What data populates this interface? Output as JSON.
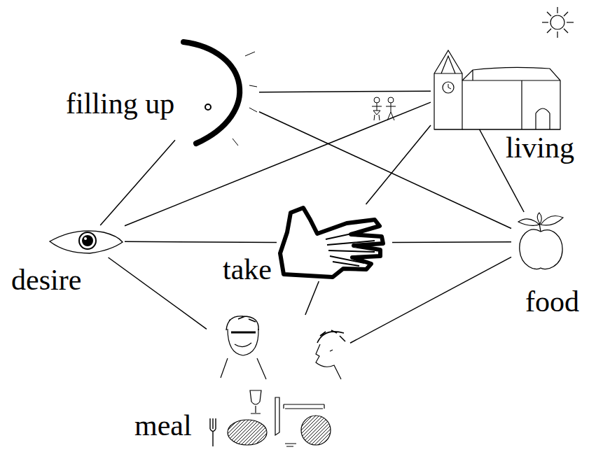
{
  "diagram": {
    "nodes": [
      {
        "text": [
          "filling up"
        ]
      },
      {
        "text": [
          "living"
        ]
      },
      {
        "text": [
          "desire"
        ]
      },
      {
        "text": [
          "take"
        ]
      },
      {
        "text": [
          "food"
        ]
      },
      {
        "text": [
          "meal"
        ]
      }
    ],
    "edges": [
      {
        "from": 0,
        "to": 1,
        "arrow": "none"
      },
      {
        "from": 0,
        "to": 4,
        "arrow": "none"
      },
      {
        "from": 0,
        "to": 2,
        "arrow": "none"
      },
      {
        "from": 2,
        "to": 1,
        "arrow": "none"
      },
      {
        "from": 2,
        "to": 3,
        "arrow": "none"
      },
      {
        "from": 2,
        "to": 5,
        "arrow": "none"
      },
      {
        "from": 1,
        "to": 3,
        "arrow": "none"
      },
      {
        "from": 1,
        "to": 4,
        "arrow": "none"
      },
      {
        "from": 3,
        "to": 4,
        "arrow": "none"
      },
      {
        "from": 3,
        "to": 5,
        "arrow": "none"
      },
      {
        "from": 4,
        "to": 5,
        "arrow": "none"
      }
    ]
  }
}
